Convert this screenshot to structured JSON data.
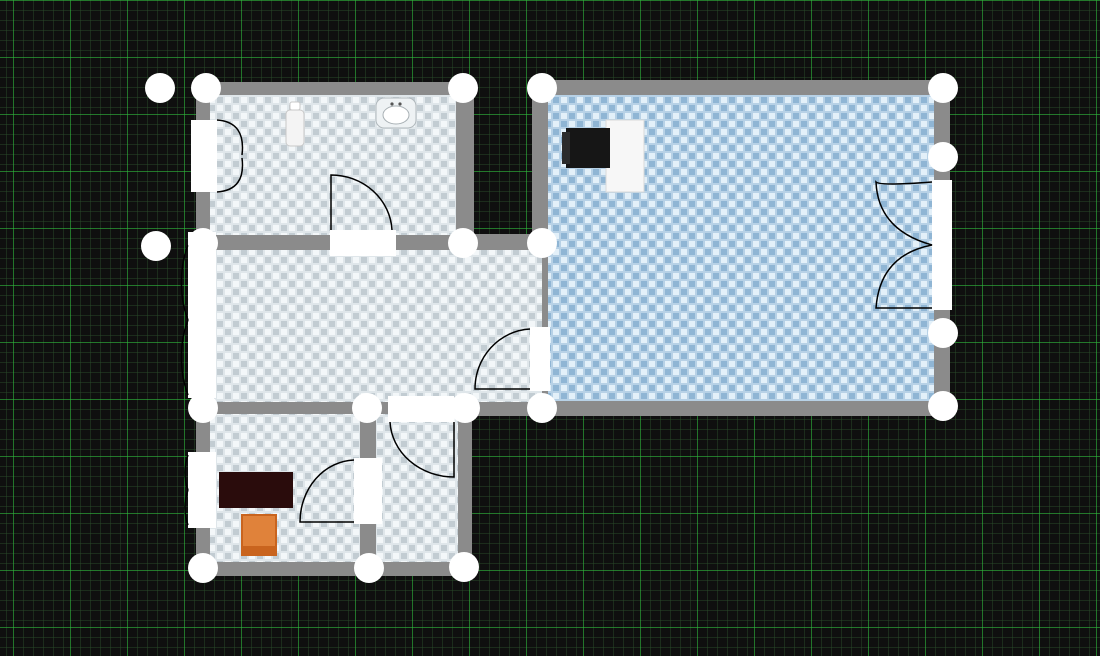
{
  "app": {
    "view": "floor-plan-editor"
  },
  "colors": {
    "background": "#0f0f0f",
    "grid_minor": "#2a4a2a",
    "grid_major": "#2fb73c",
    "wall": "#8b8b8b",
    "tile_gray_light": "#eef3f5",
    "tile_gray_dark": "#c2ccd2",
    "tile_blue_light": "#d8e9f6",
    "tile_blue_dark": "#8fb5d4",
    "handle": "#ffffff",
    "door_white": "#ffffff",
    "door_swing": "#000000"
  },
  "rooms": [
    {
      "name": "room-bathroom",
      "floor": "gray"
    },
    {
      "name": "room-hallway",
      "floor": "gray"
    },
    {
      "name": "room-bedroom",
      "floor": "gray"
    },
    {
      "name": "room-closet",
      "floor": "gray"
    },
    {
      "name": "room-living",
      "floor": "blue"
    }
  ],
  "furniture": [
    {
      "name": "toilet-icon"
    },
    {
      "name": "sink-icon"
    },
    {
      "name": "desk-icon"
    },
    {
      "name": "chair-icon"
    },
    {
      "name": "bed-icon"
    }
  ],
  "doors": [
    {
      "name": "door-bathroom-left"
    },
    {
      "name": "door-bathroom-hall"
    },
    {
      "name": "door-hall-left"
    },
    {
      "name": "door-hall-living"
    },
    {
      "name": "door-hall-closet"
    },
    {
      "name": "door-bedroom-left"
    },
    {
      "name": "door-bedroom-closet"
    },
    {
      "name": "door-living-right"
    }
  ],
  "handles": [
    {
      "name": "corner-handle"
    }
  ]
}
